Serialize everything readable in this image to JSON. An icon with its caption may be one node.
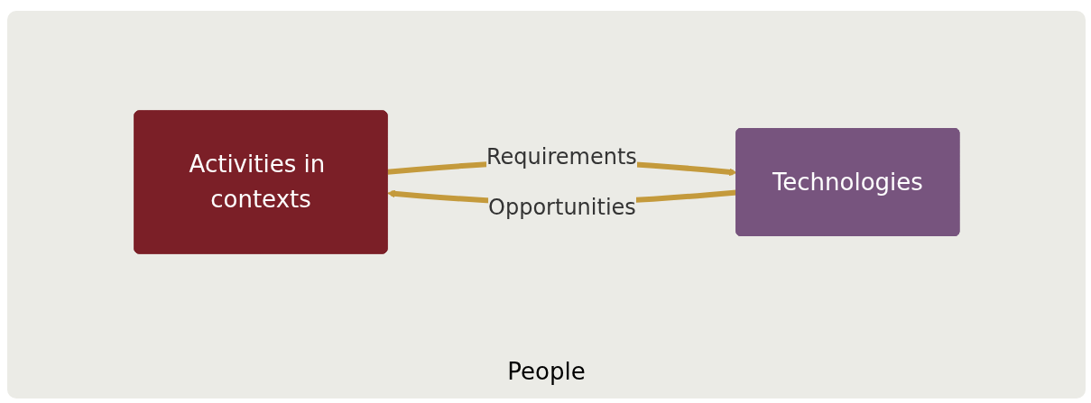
{
  "diagram": {
    "nodes": [
      {
        "text": [
          "Activities in contexts"
        ]
      },
      {
        "text": [
          "Technologies"
        ]
      }
    ],
    "edges": [
      {
        "from": 0,
        "to": 1,
        "arrow": "to",
        "label": "Requirements"
      },
      {
        "from": 1,
        "to": 0,
        "arrow": "to",
        "label": "Opportunities"
      }
    ],
    "labels": [
      "People"
    ]
  }
}
